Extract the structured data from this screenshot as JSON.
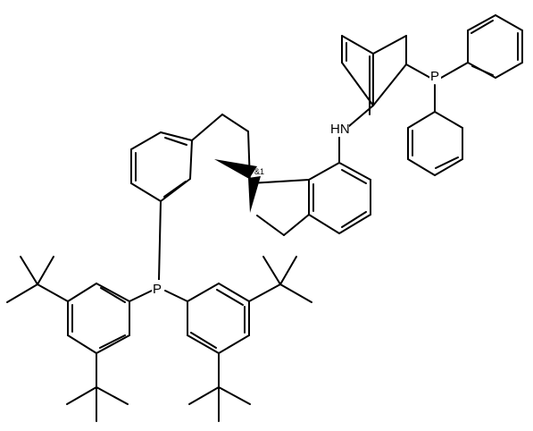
{
  "molecule": {
    "atom_labels": {
      "amine_nh": "HN",
      "phosphorus_top": "P",
      "phosphorus_bottom": "P"
    },
    "stereo_label": "&1"
  }
}
